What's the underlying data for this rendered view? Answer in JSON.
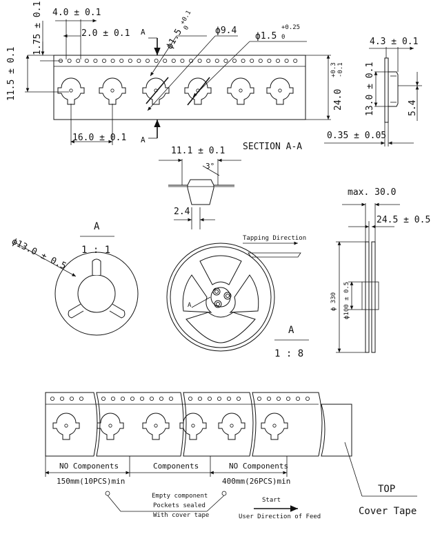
{
  "tape_top": {
    "dim_1_75": "1.75 ± 0.1",
    "dim_4_0": "4.0 ± 0.1",
    "dim_2_0": "2.0 ± 0.1",
    "dim_11_5": "11.5 ± 0.1",
    "dim_16_0": "16.0 ± 0.1",
    "dim_24_0": "24.0",
    "dim_24_tol_plus": "+0.3",
    "dim_24_tol_minus": "-0.1",
    "hole_1_5": "ϕ1.5",
    "hole_1_5_tol_plus": "+0.1",
    "hole_1_5_tol_minus": "0",
    "dim_9_4": "ϕ9.4",
    "hole_1_5b": "ϕ1.5",
    "hole_1_5b_tol_plus": "+0.25",
    "hole_1_5b_tol_minus": "0",
    "section_marker_top": "A",
    "section_marker_bottom": "A"
  },
  "section_view": {
    "title": "SECTION A-A",
    "dim_11_1": "11.1 ± 0.1",
    "angle": "3°",
    "dim_2_4": "2.4"
  },
  "side_view": {
    "dim_4_3": "4.3 ± 0.1",
    "dim_13_0": "13.0 ± 0.1",
    "dim_5_4": "5.4",
    "dim_0_35": "0.35 ± 0.05"
  },
  "hub_detail": {
    "label": "A",
    "scale": "1 : 1",
    "dim_13": "ϕ13.0 ± 0.5"
  },
  "reel": {
    "tapping_direction": "Tapping Direction",
    "label": "A",
    "inner_label": "A",
    "scale": "1 : 8"
  },
  "reel_side": {
    "dim_max_30": "max. 30.0",
    "dim_24_5": "24.5 ± 0.5",
    "dim_330": "ϕ 330",
    "dim_100": "ϕ100 ± 0.5"
  },
  "strip": {
    "no_components_left": "NO Components",
    "components": "Components",
    "no_components_right": "NO Components",
    "length_left": "150mm(10PCS)min",
    "length_right": "400mm(26PCS)min",
    "note_line1": "Empty component",
    "note_line2": "Pockets sealed",
    "note_line3": "With cover tape",
    "start": "Start",
    "feed_direction": "User Direction of Feed",
    "top": "TOP",
    "cover_tape": "Cover Tape"
  }
}
